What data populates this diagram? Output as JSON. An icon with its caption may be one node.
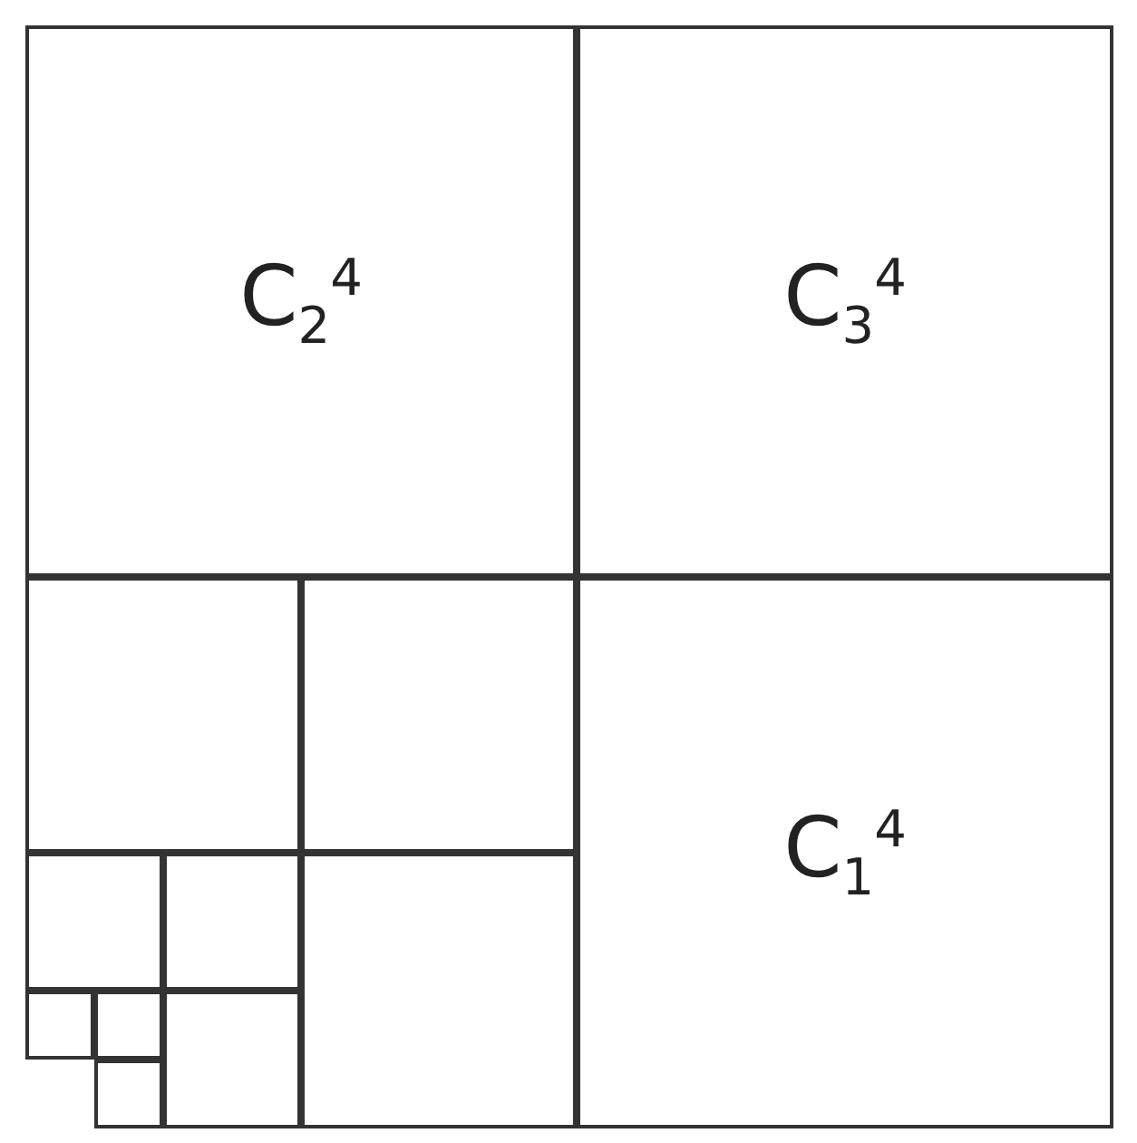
{
  "diagram": {
    "nodes": [
      {
        "text": [
          "C$_{2}$$^{4}$"
        ]
      },
      {
        "text": [
          "C$_{3}$$^{4}$"
        ]
      },
      {
        "text": [],
        "shape": "box"
      },
      {
        "text": [],
        "shape": "box"
      },
      {
        "text": [],
        "shape": "box"
      },
      {
        "text": [],
        "shape": "box"
      },
      {
        "text": [],
        "shape": "box"
      },
      {
        "text": [],
        "shape": "box"
      },
      {
        "text": [],
        "shape": "box"
      },
      {
        "text": [],
        "shape": "box"
      },
      {
        "text": [],
        "shape": "box"
      },
      {
        "text": [
          "C$_{1}$$^{4}$"
        ]
      }
    ]
  }
}
